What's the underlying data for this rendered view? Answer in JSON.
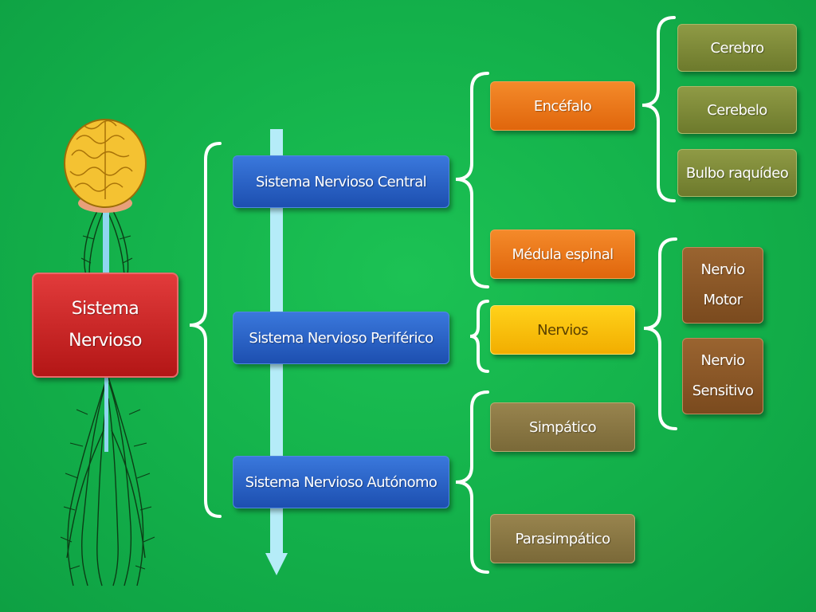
{
  "root": {
    "label": "Sistema\nNervioso"
  },
  "divisions": [
    {
      "label": "Sistema Nervioso Central"
    },
    {
      "label": "Sistema Nervioso Periférico"
    },
    {
      "label": "Sistema Nervioso Autónomo"
    }
  ],
  "central": [
    {
      "label": "Encéfalo"
    },
    {
      "label": "Médula espinal"
    }
  ],
  "encefalo_parts": [
    {
      "label": "Cerebro"
    },
    {
      "label": "Cerebelo"
    },
    {
      "label": "Bulbo raquídeo"
    }
  ],
  "periferico": [
    {
      "label": "Nervios"
    }
  ],
  "nervios_types": [
    {
      "label": "Nervio\nMotor"
    },
    {
      "label": "Nervio\nSensitivo"
    }
  ],
  "autonomo": [
    {
      "label": "Simpático"
    },
    {
      "label": "Parasimpático"
    }
  ],
  "colors": {
    "background": "#13b04a",
    "root": "#c81f1f",
    "division": "#2a63c8",
    "organ": "#ee7a1c",
    "nerves": "#fbc30b",
    "brain_part": "#7f8c3a",
    "autonomic": "#8b7843",
    "nerve_type": "#8a5628"
  },
  "icons": [
    "brain-spinal-cord-illustration",
    "downward-arrow",
    "curly-brace"
  ]
}
